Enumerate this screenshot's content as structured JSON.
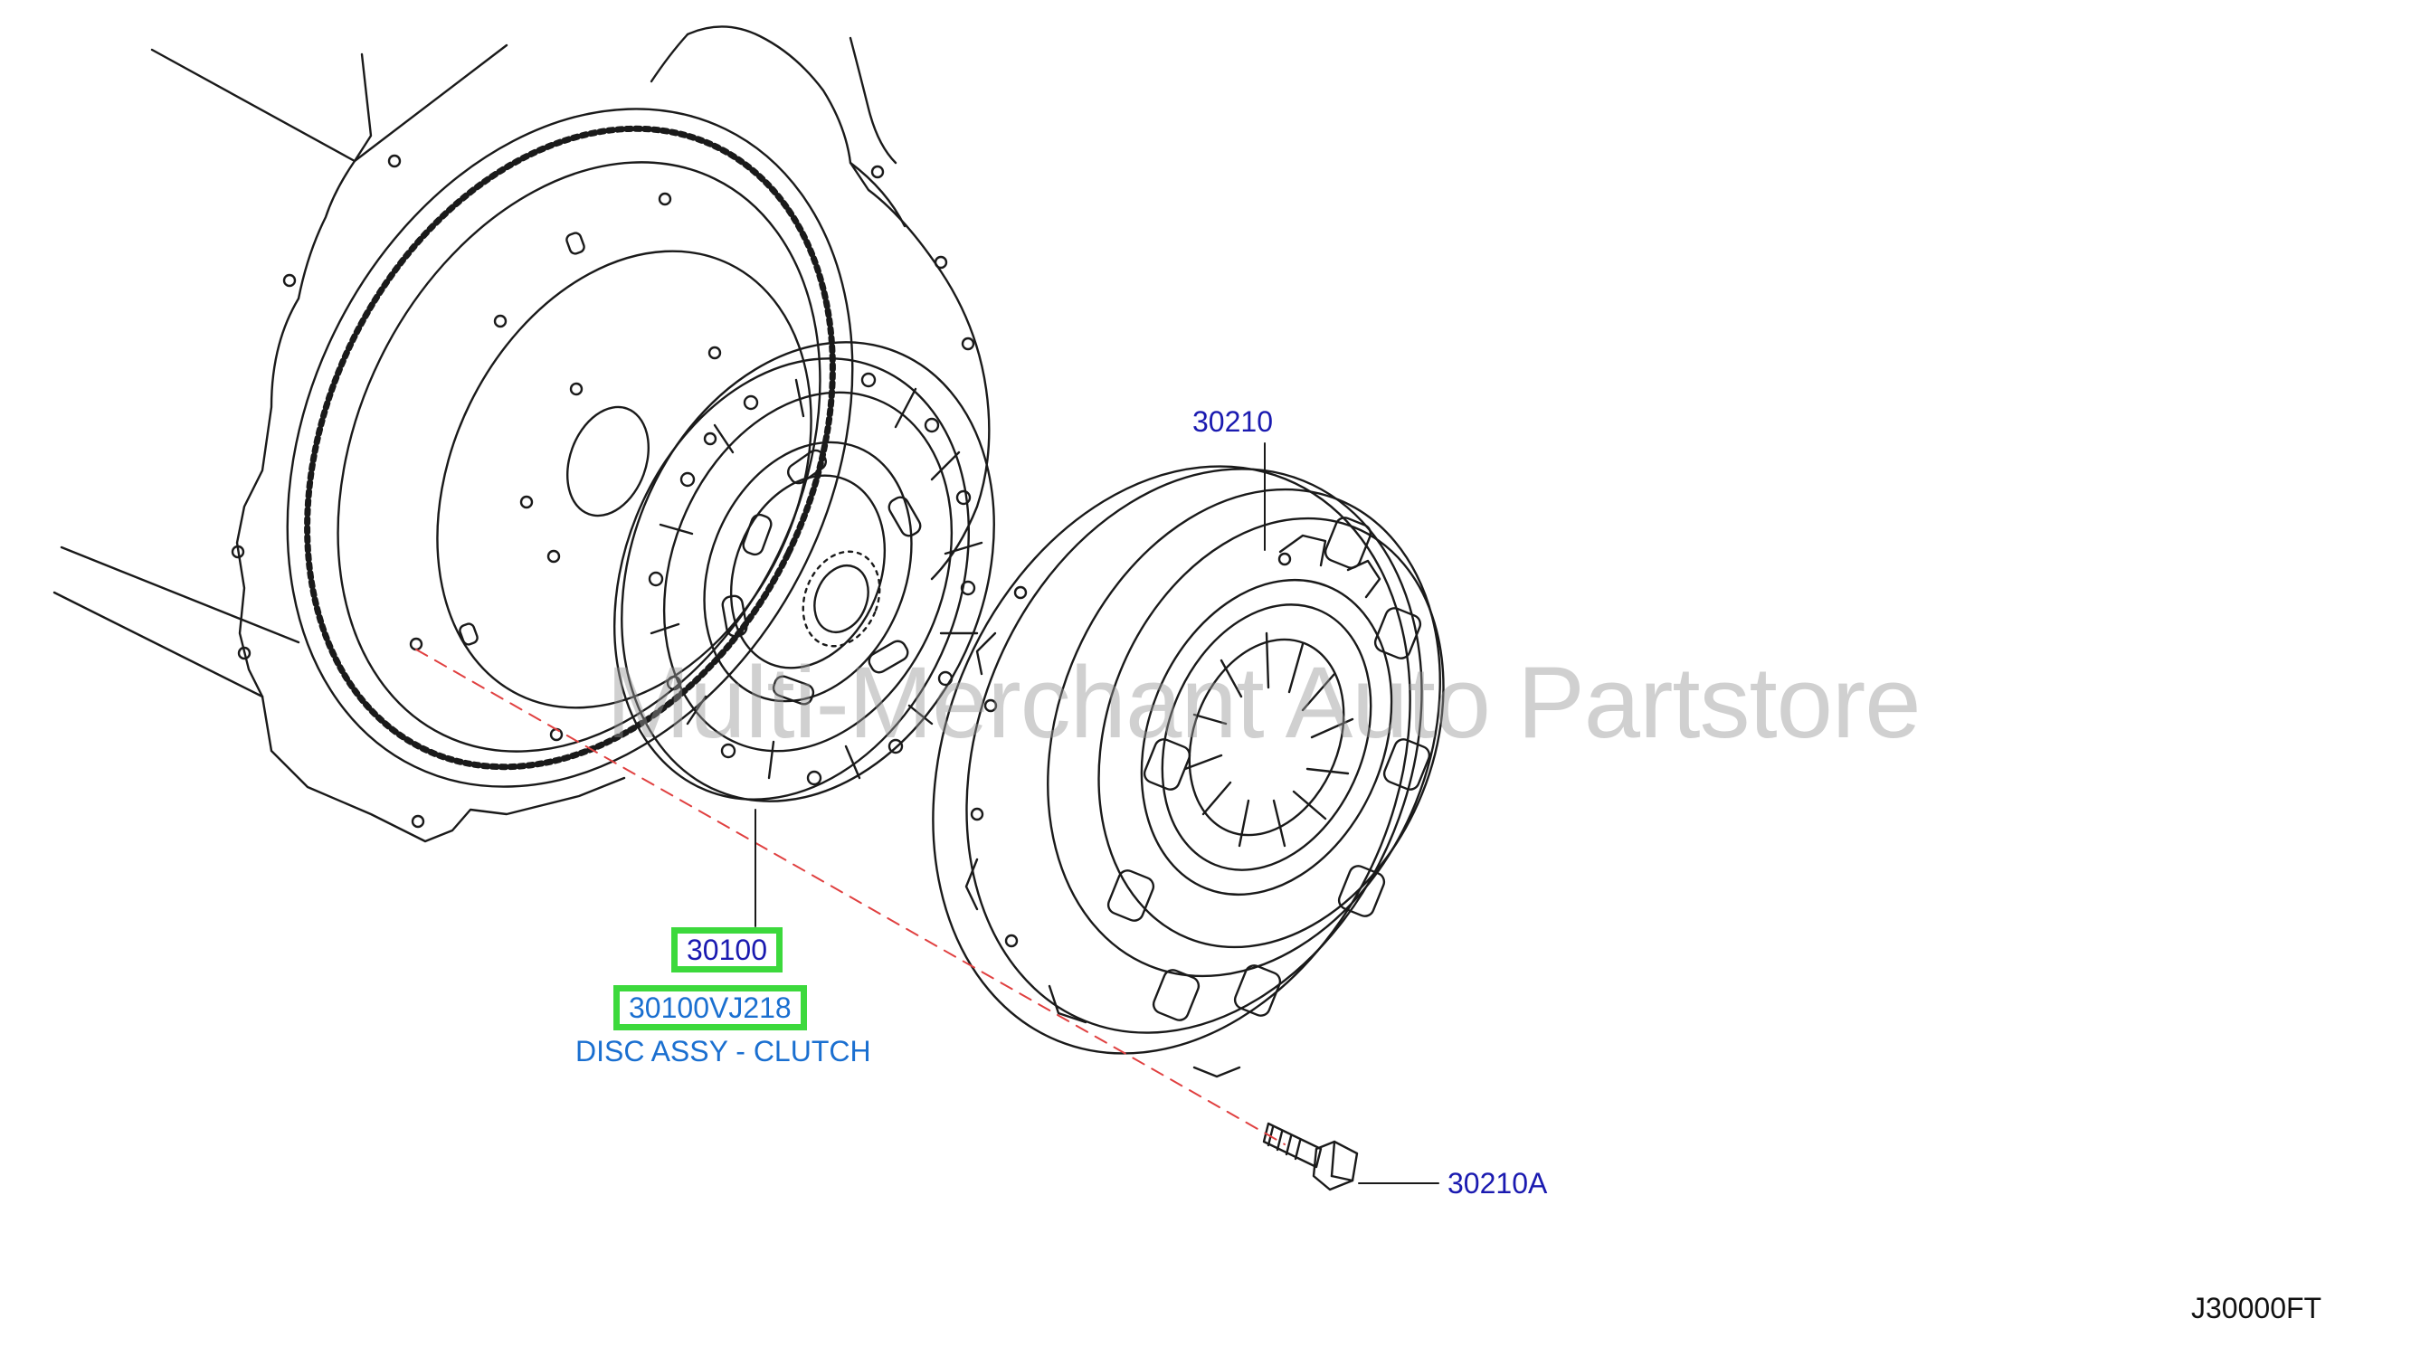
{
  "diagram": {
    "callouts": {
      "pressure_plate": "30210",
      "disc_part": "30100",
      "disc_part_full": "30100VJ218",
      "disc_desc": "DISC ASSY - CLUTCH",
      "bolt": "30210A"
    },
    "reference_code": "J30000FT",
    "watermark": "Multi-Merchant Auto Partstore",
    "colors": {
      "line_art": "#1a1a1a",
      "callout_text": "#1a1ab0",
      "description_text": "#1a6fd0",
      "highlight_border": "#3cd93c",
      "axis_line": "#e04040"
    }
  }
}
